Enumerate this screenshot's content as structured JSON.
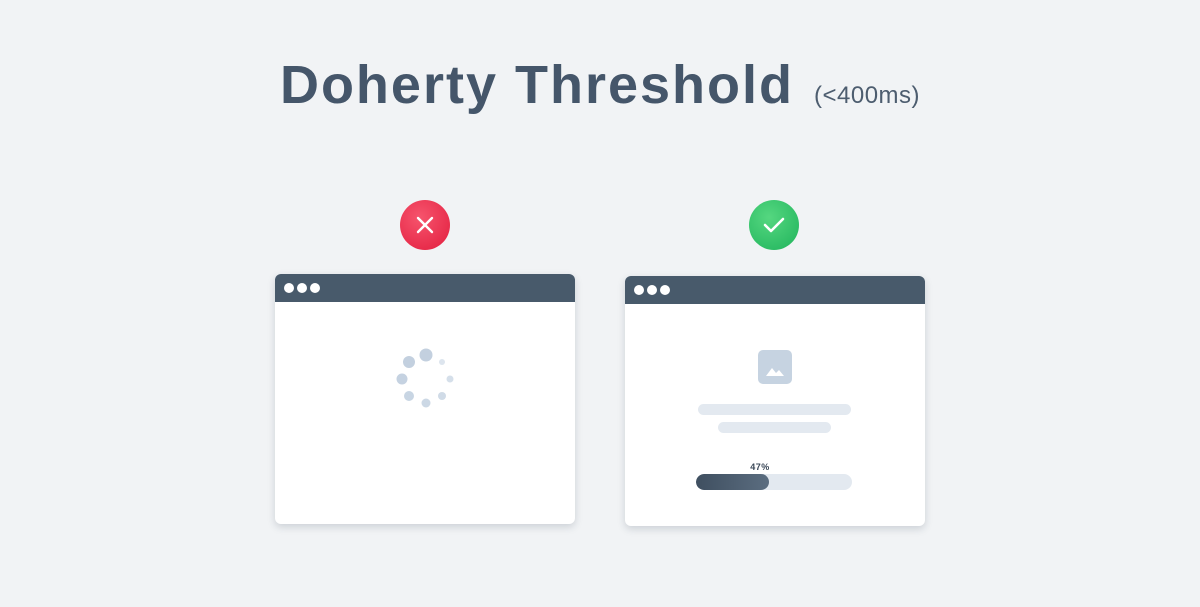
{
  "header": {
    "title": "Doherty Threshold",
    "subtitle": "(<400ms)"
  },
  "left_panel": {
    "status": "bad",
    "badge_icon": "x-icon",
    "badge_color": "#e8304b",
    "state": "loading-spinner"
  },
  "right_panel": {
    "status": "good",
    "badge_icon": "checkmark-icon",
    "badge_color": "#2bc066",
    "progress": {
      "label": "47%",
      "value": 0.47
    }
  },
  "colors": {
    "background": "#f1f3f5",
    "title_text": "#45566a",
    "titlebar": "#485a6b",
    "placeholder": "#c6d3e1",
    "skeleton_line": "#e3e9f0",
    "progress_fill": "#45566a"
  }
}
